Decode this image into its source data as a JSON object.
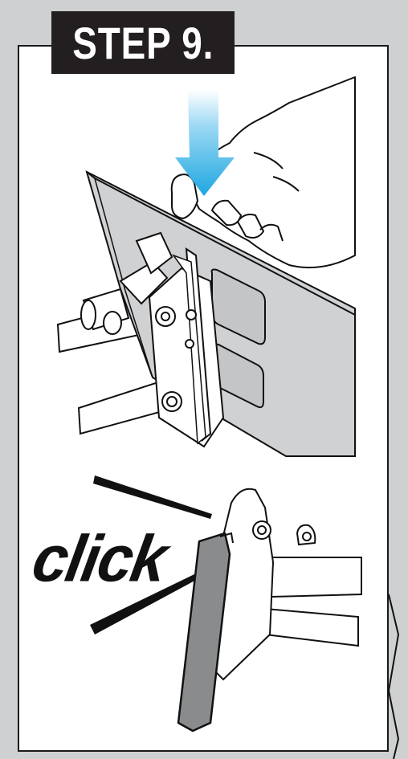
{
  "header": {
    "step_label": "STEP 9."
  },
  "annotations": {
    "sound_word": "click"
  },
  "colors": {
    "badge_bg": "#231f20",
    "badge_text": "#ffffff",
    "arrow": "#1ea7e0",
    "panel_gray": "#d0d1d3",
    "latch_gray": "#8a8b8d",
    "page_bg": "#cfd0d2"
  },
  "icons": [
    "down-arrow-icon",
    "hand-illustration",
    "latch-illustration"
  ]
}
